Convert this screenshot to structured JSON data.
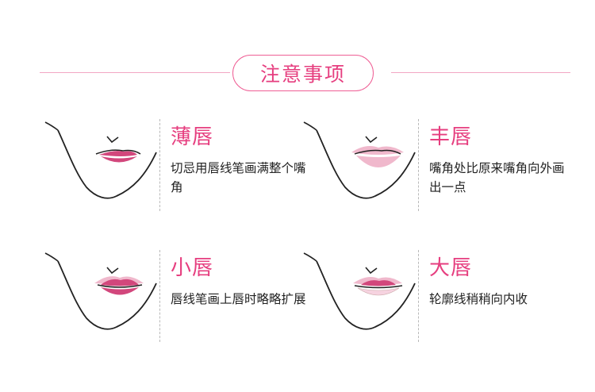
{
  "header": {
    "title": "注意事项"
  },
  "cards": [
    {
      "name": "薄唇",
      "desc": "切忌用唇线笔画满整个嘴角",
      "lip_style": "thin"
    },
    {
      "name": "丰唇",
      "desc": "嘴角处比原来嘴角向外画出一点",
      "lip_style": "full"
    },
    {
      "name": "小唇",
      "desc": "唇线笔画上唇时略略扩展",
      "lip_style": "small"
    },
    {
      "name": "大唇",
      "desc": "轮廓线稍稍向内收",
      "lip_style": "large"
    }
  ],
  "colors": {
    "accent": "#e63e7f",
    "lip_dark": "#d2477c",
    "lip_light": "#f0b8cc"
  }
}
